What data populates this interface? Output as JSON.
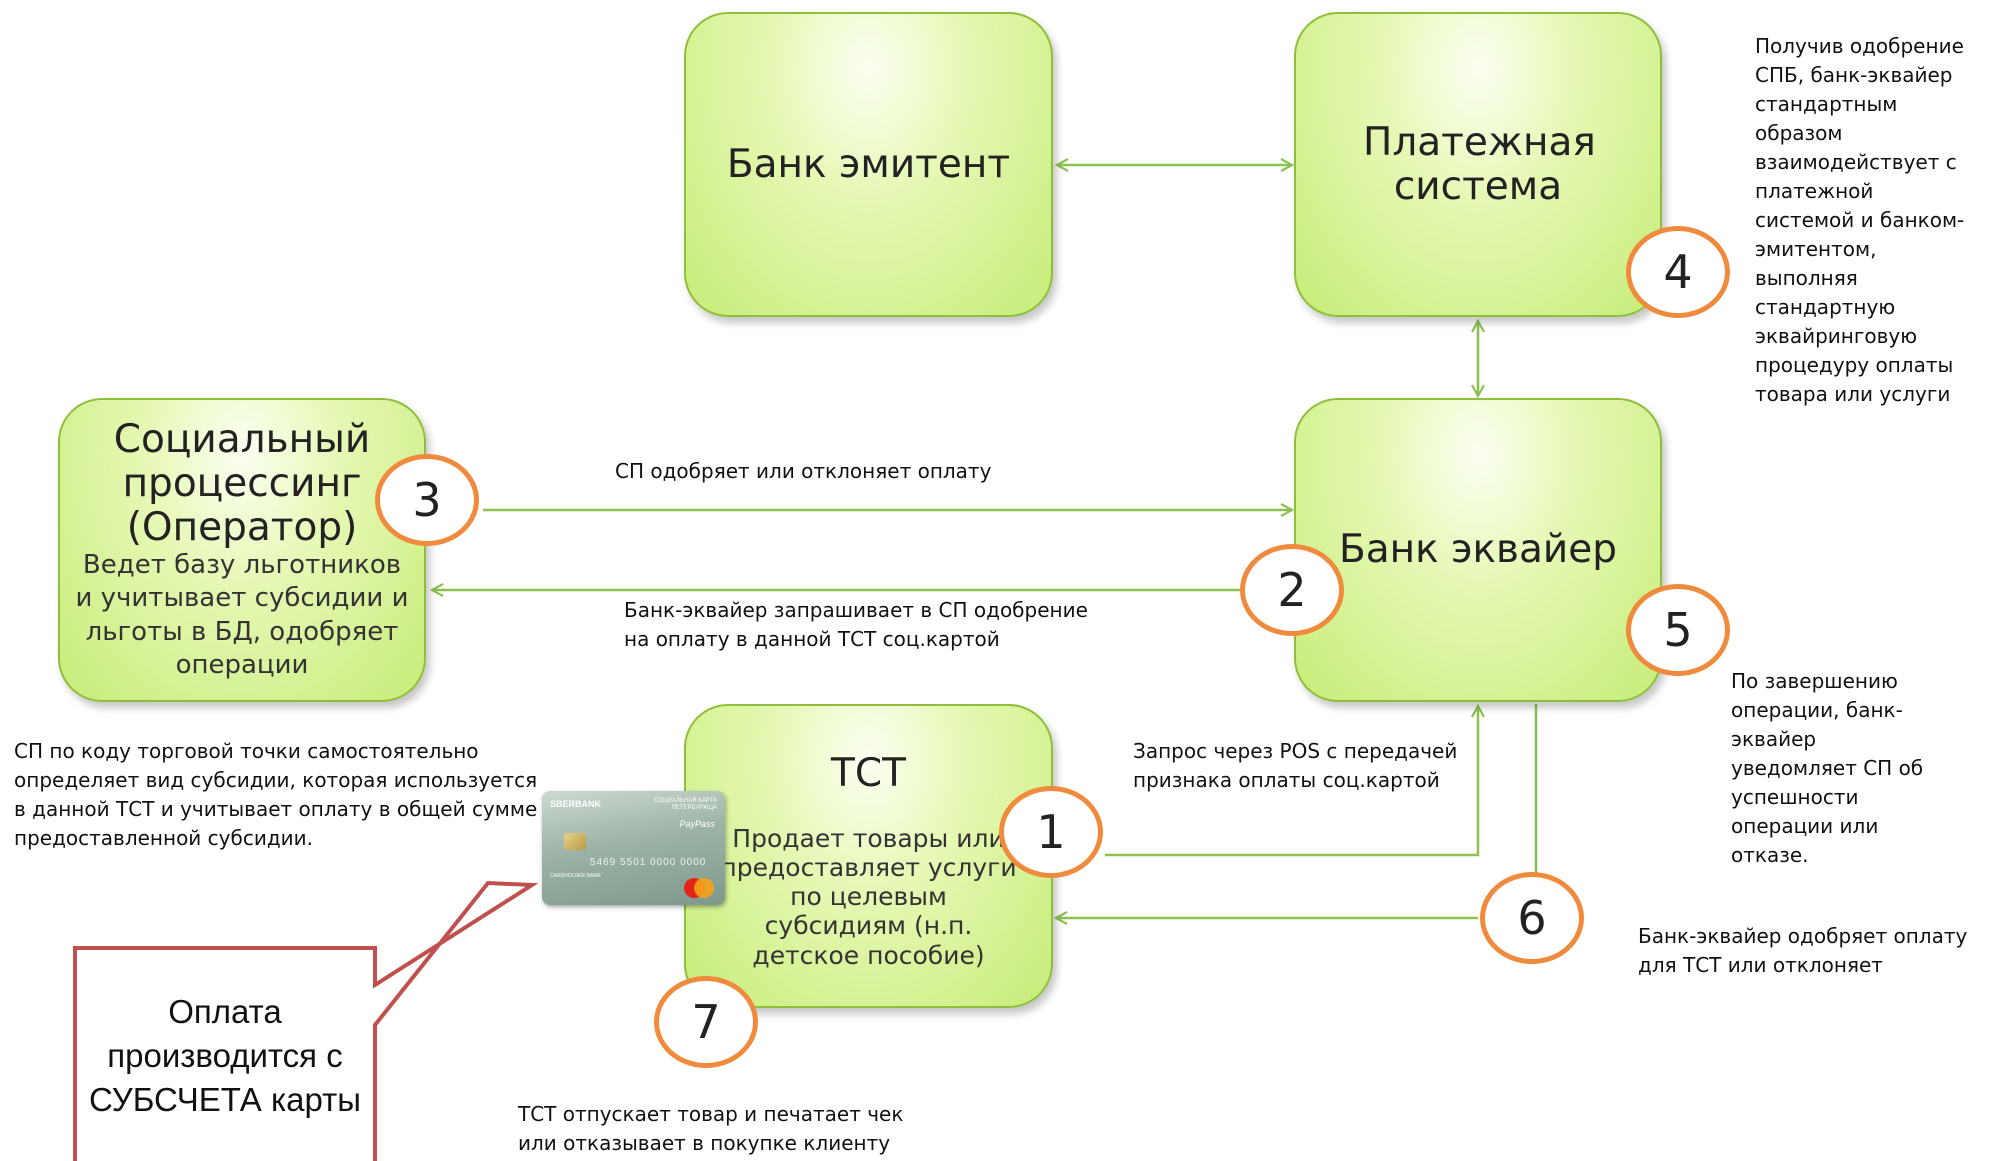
{
  "boxes": {
    "issuer": {
      "title": "Банк эмитент"
    },
    "payment_system": {
      "title": "Платежная система"
    },
    "social_processing": {
      "title": "Социальный процессинг (Оператор)",
      "subtitle": "Ведет базу льготников и учитывает субсидии и льготы в БД, одобряет операции"
    },
    "acquirer": {
      "title": "Банк эквайер"
    },
    "tst": {
      "title": "ТСТ",
      "subtitle": "Продает товары или предоставляет услуги по целевым субсидиям (н.п. детское пособие)"
    }
  },
  "steps": [
    "1",
    "2",
    "3",
    "4",
    "5",
    "6",
    "7"
  ],
  "notes": {
    "step4": "Получив одобрение СПБ, банк-эквайер стандартным образом взаимодействует с платежной системой и банком-эмитентом, выполняя стандартную эквайринговую процедуру оплаты товара или услуги",
    "step3": "СП одобряет или отклоняет оплату",
    "step2": "Банк-эквайер запрашивает в СП одобрение на оплату в данной ТСТ соц.картой",
    "step5": "По завершению операции, банк-эквайер уведомляет СП об успешности операции или отказе.",
    "sp_subsidy": "СП по коду торговой точки самостоятельно определяет вид субсидии, которая используется в данной ТСТ и учитывает оплату в общей сумме предоставленной субсидии.",
    "step1": "Запрос через POS с передачей признака оплаты соц.картой",
    "step6": "Банк-эквайер одобряет оплату для ТСТ или отклоняет",
    "step7": "ТСТ отпускает товар и печатает чек или отказывает в покупке клиенту"
  },
  "callout": {
    "text": "Оплата производится с СУБСЧЕТА карты"
  },
  "card": {
    "brand": "SBERBANK",
    "program": "СОЦИАЛЬНАЯ КАРТА ПЕТЕРБУРЖЦА",
    "feature": "PayPass",
    "holder": "CARDHOLDER NAME",
    "number": "5469 5501 0000 0000"
  },
  "colors": {
    "box_fill": "#d6f290",
    "box_border": "#8fbf3a",
    "arrow": "#8cc152",
    "circle_border": "#f08a3c",
    "callout_border": "#c0504d"
  }
}
